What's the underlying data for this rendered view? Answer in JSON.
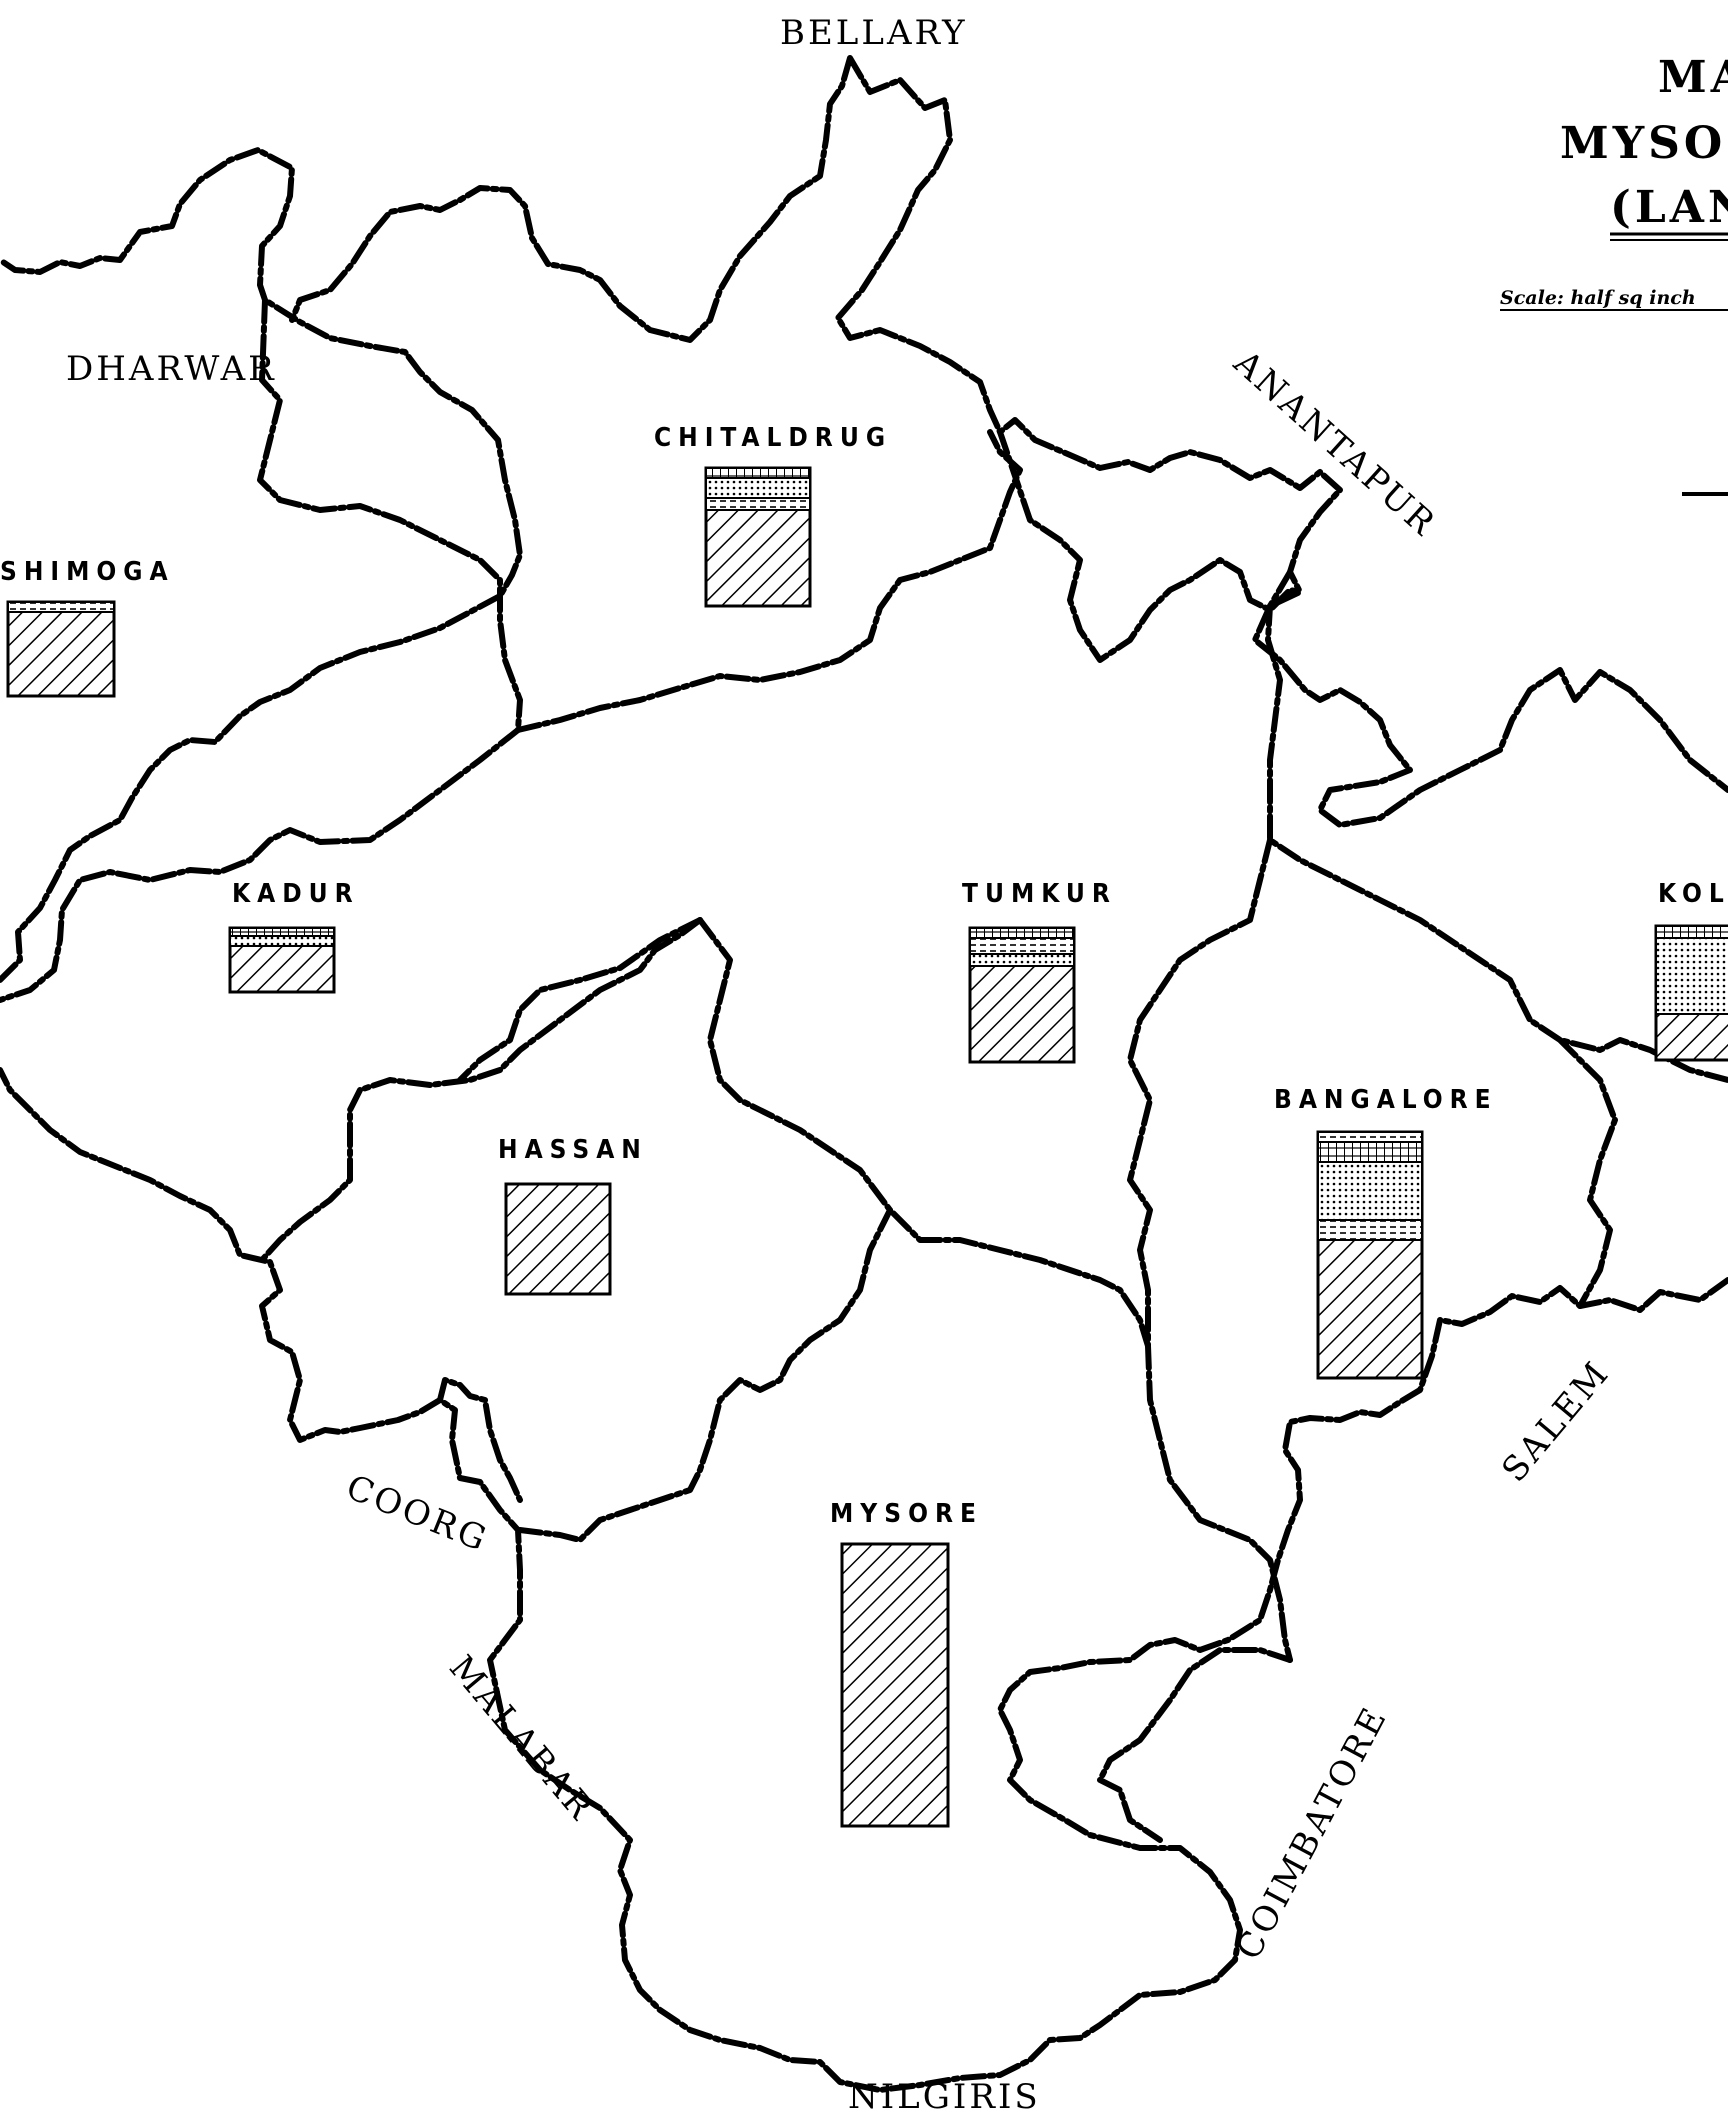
{
  "map": {
    "title_lines": [
      "MA",
      "MYSOR",
      "(LANG"
    ],
    "scale_note": "Scale: half sq inch",
    "neighbors": {
      "bellary": "BELLARY",
      "dharwar": "DHARWAR",
      "anantapur": "ANANTAPUR",
      "coorg": "COORG",
      "malabar": "MALABAR",
      "coimbatore": "COIMBATORE",
      "salem": "SALEM",
      "nilgiris": "NILGIRIS"
    },
    "districts": {
      "chitaldrug": "CHITALDRUG",
      "shimoga": "SHIMOGA",
      "kadur": "KADUR",
      "tumkur": "TUMKUR",
      "kolar": "KOLA",
      "hassan": "HASSAN",
      "bangalore": "BANGALORE",
      "mysore": "MYSORE"
    },
    "colors": {
      "ink": "#000000",
      "paper": "#ffffff"
    }
  }
}
